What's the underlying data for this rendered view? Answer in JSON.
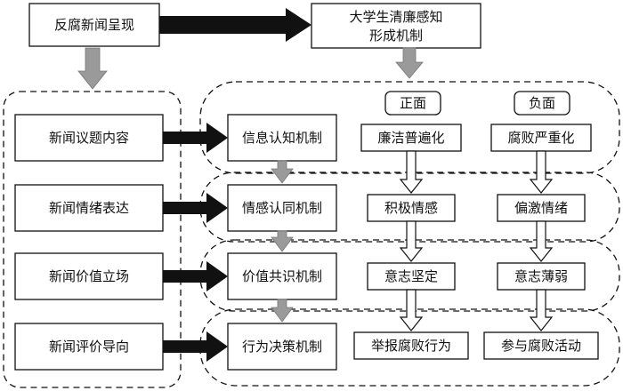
{
  "top": {
    "source": "反腐新闻呈现",
    "target_line1": "大学生清廉感知",
    "target_line2": "形成机制"
  },
  "news_dimensions": [
    "新闻议题内容",
    "新闻情绪表达",
    "新闻价值立场",
    "新闻评价导向"
  ],
  "mechanisms": [
    "信息认知机制",
    "情感认同机制",
    "价值共识机制",
    "行为决策机制"
  ],
  "positive": {
    "header": "正面",
    "steps": [
      "廉洁普遍化",
      "积极情感",
      "意志坚定",
      "举报腐败行为"
    ]
  },
  "negative": {
    "header": "负面",
    "steps": [
      "腐败严重化",
      "偏激情绪",
      "意志薄弱",
      "参与腐败活动"
    ]
  }
}
